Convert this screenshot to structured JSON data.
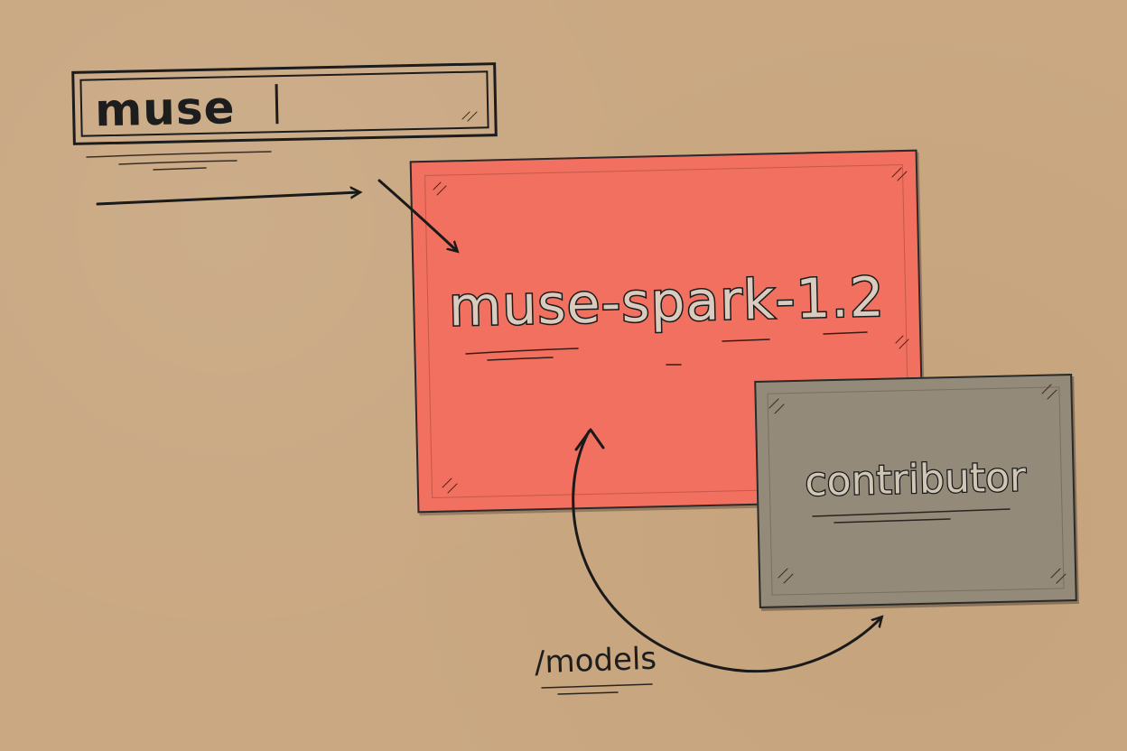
{
  "search": {
    "value": "muse"
  },
  "model_card": {
    "name": "muse-spark-1.2",
    "color": "#f2705f"
  },
  "role_card": {
    "name": "contributor",
    "color": "#948a79"
  },
  "connection": {
    "label": "/models"
  },
  "colors": {
    "background": "#c9a882",
    "ink": "#1c1c1c"
  }
}
